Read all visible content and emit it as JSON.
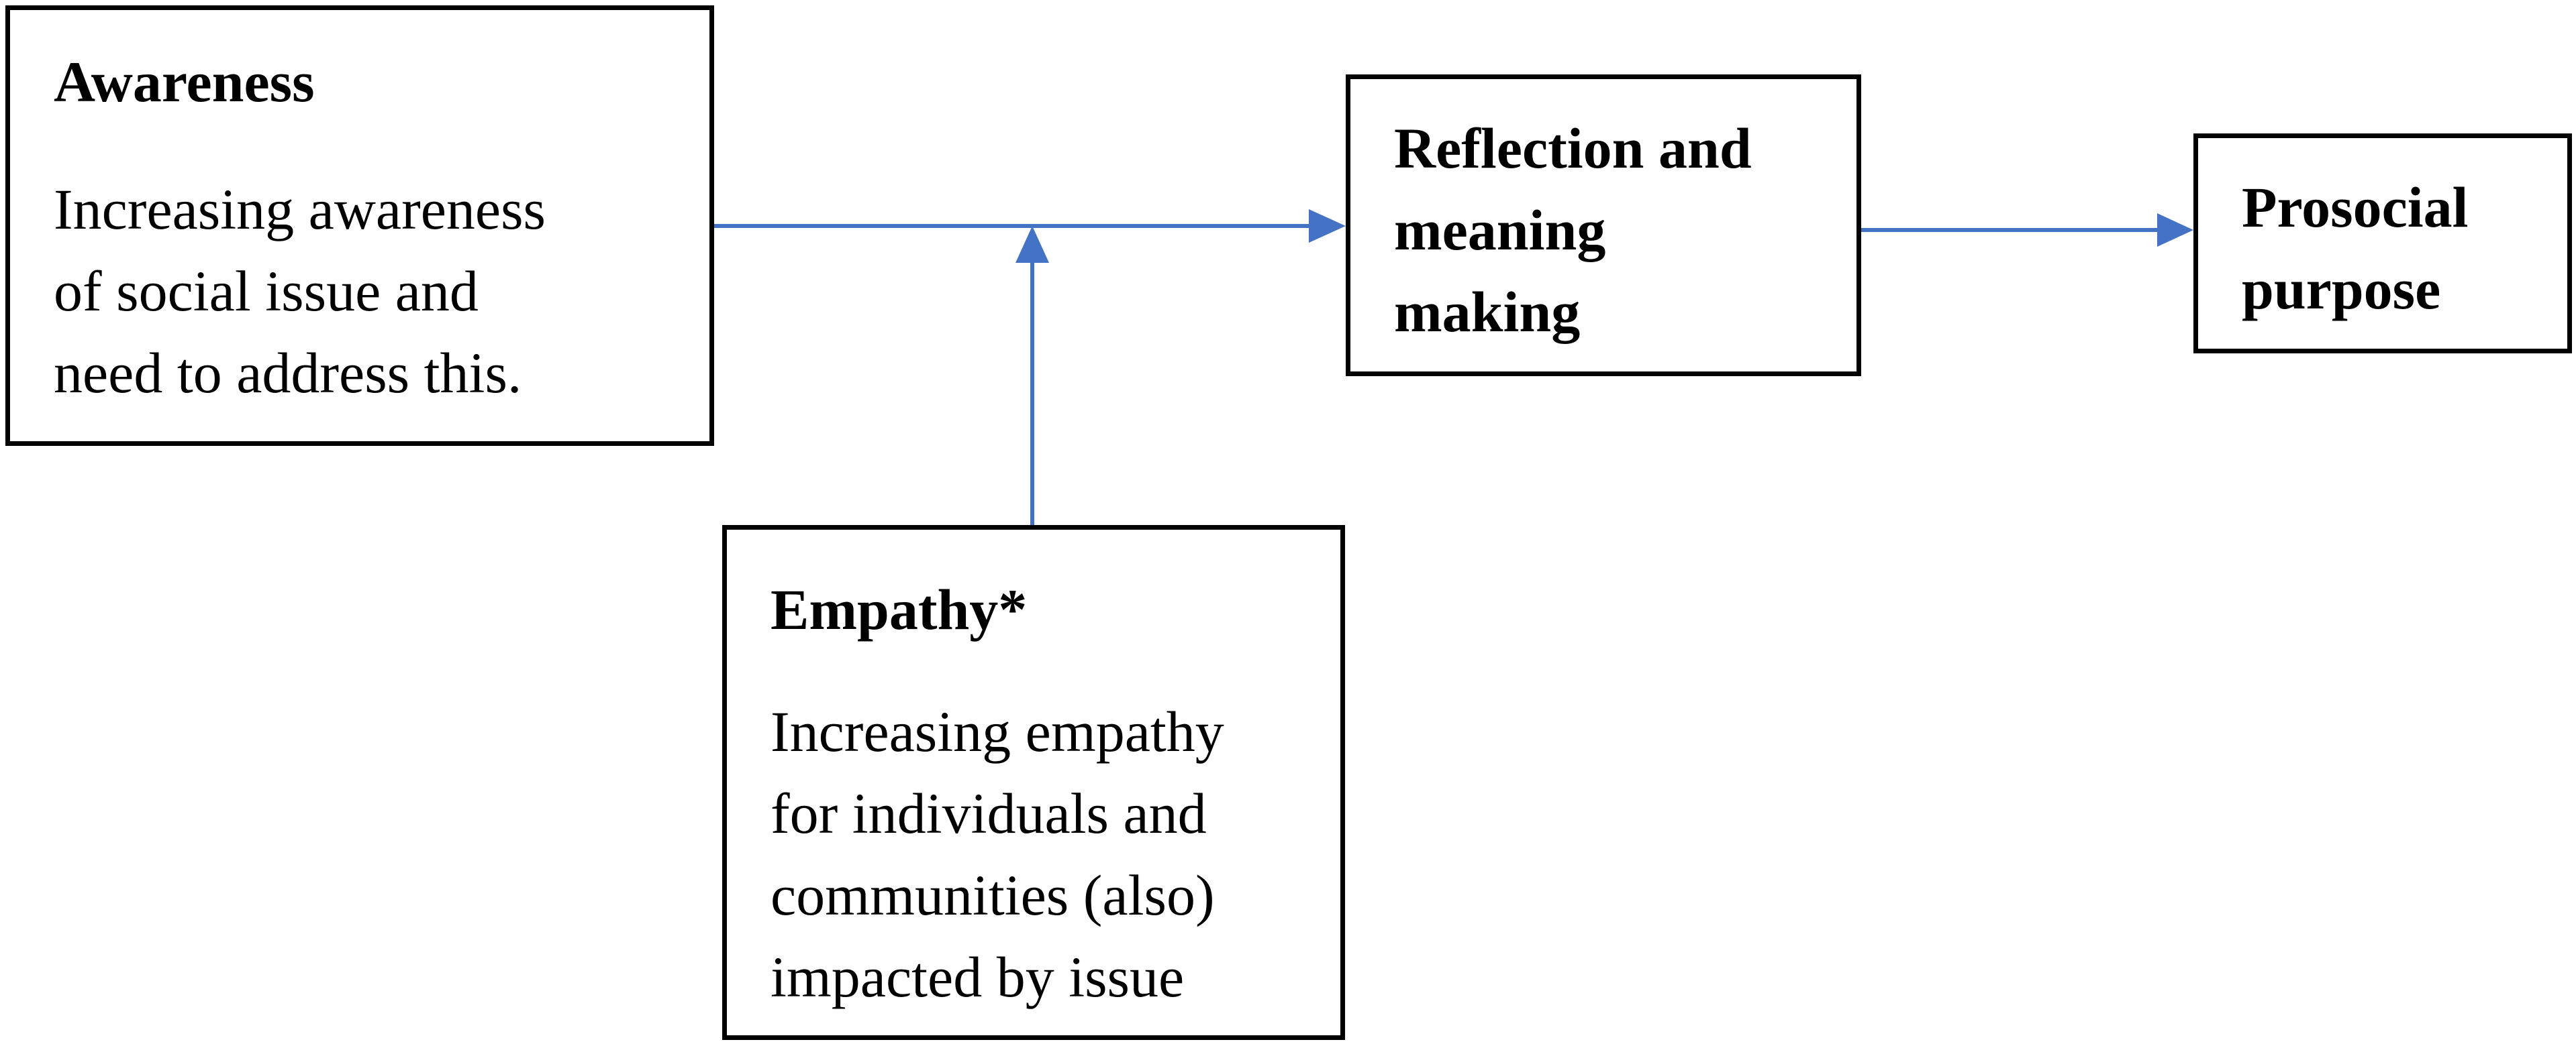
{
  "colors": {
    "arrow": "#4472C4",
    "border": "#000000"
  },
  "nodes": {
    "awareness": {
      "title": "Awareness",
      "lines": [
        "Increasing awareness",
        "of social issue and",
        "need to address this."
      ]
    },
    "reflection": {
      "lines": [
        "Reflection and",
        "meaning",
        "making"
      ]
    },
    "prosocial": {
      "lines": [
        "Prosocial",
        "purpose"
      ]
    },
    "empathy": {
      "title": "Empathy*",
      "lines": [
        "Increasing empathy",
        "for individuals and",
        "communities (also)",
        "impacted by issue"
      ]
    }
  },
  "edges": [
    {
      "from": "awareness",
      "to": "reflection"
    },
    {
      "from": "reflection",
      "to": "prosocial"
    },
    {
      "from": "empathy",
      "to": "awareness-reflection-link",
      "kind": "moderator"
    }
  ]
}
